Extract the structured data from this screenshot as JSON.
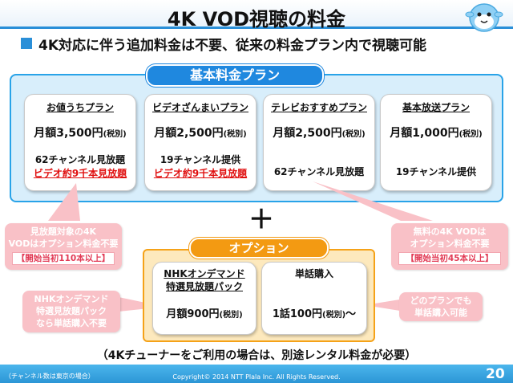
{
  "title": "4K VOD視聴の料金",
  "subtitle": "4K対応に伴う追加料金は不要、従来の料金プラン内で視聴可能",
  "basic_plans": {
    "heading": "基本料金プラン",
    "plans": [
      {
        "name": "お値うちプラン",
        "price": "月額3,500円",
        "tax": "(税別)",
        "channels": "62チャンネル見放題",
        "note": "ビデオ約9千本見放題"
      },
      {
        "name": "ビデオざんまいプラン",
        "price": "月額2,500円",
        "tax": "(税別)",
        "channels": "19チャンネル提供",
        "note": "ビデオ約9千本見放題"
      },
      {
        "name": "テレビおすすめプラン",
        "price": "月額2,500円",
        "tax": "(税別)",
        "channels": "62チャンネル見放題",
        "note": ""
      },
      {
        "name": "基本放送プラン",
        "price": "月額1,000円",
        "tax": "(税別)",
        "channels": "19チャンネル提供",
        "note": ""
      }
    ]
  },
  "plus": "＋",
  "options": {
    "heading": "オプション",
    "items": [
      {
        "name_line1": "NHKオンデマンド",
        "name_line2": "特選見放題パック",
        "price": "月額900円",
        "tax": "(税別)",
        "suffix": ""
      },
      {
        "name_line1": "単話購入",
        "name_line2": "",
        "price": "1話100円",
        "tax": "(税別)",
        "suffix": "～"
      }
    ]
  },
  "callouts": {
    "left_top": {
      "line1": "見放題対象の4K",
      "line2": "VODはオプション料金不要",
      "pill": "【開始当初110本以上】"
    },
    "right_top": {
      "line1": "無料の4K VODは",
      "line2": "オプション料金不要",
      "pill": "【開始当初45本以上】"
    },
    "left_bottom": {
      "line1": "NHKオンデマンド",
      "line2": "特選見放題パック",
      "line3": "なら単話購入不要"
    },
    "right_bottom": {
      "line1": "どのプランでも",
      "line2": "単話購入可能"
    }
  },
  "rental_note": "（4Kチューナーをご利用の場合は、別途レンタル料金が必要）",
  "footer": {
    "channel_note": "（チャンネル数は東京の場合）",
    "copyright": "Copyright© 2014 NTT Plala Inc. All Rights Reserved.",
    "page_number": "20"
  },
  "colors": {
    "plans_accent": "#1f88df",
    "plans_bg": "#d8eefb",
    "options_accent": "#f39a12",
    "options_bg": "#fde9bd",
    "callout_bg": "#f9c1c7",
    "red_note": "#e01010"
  }
}
